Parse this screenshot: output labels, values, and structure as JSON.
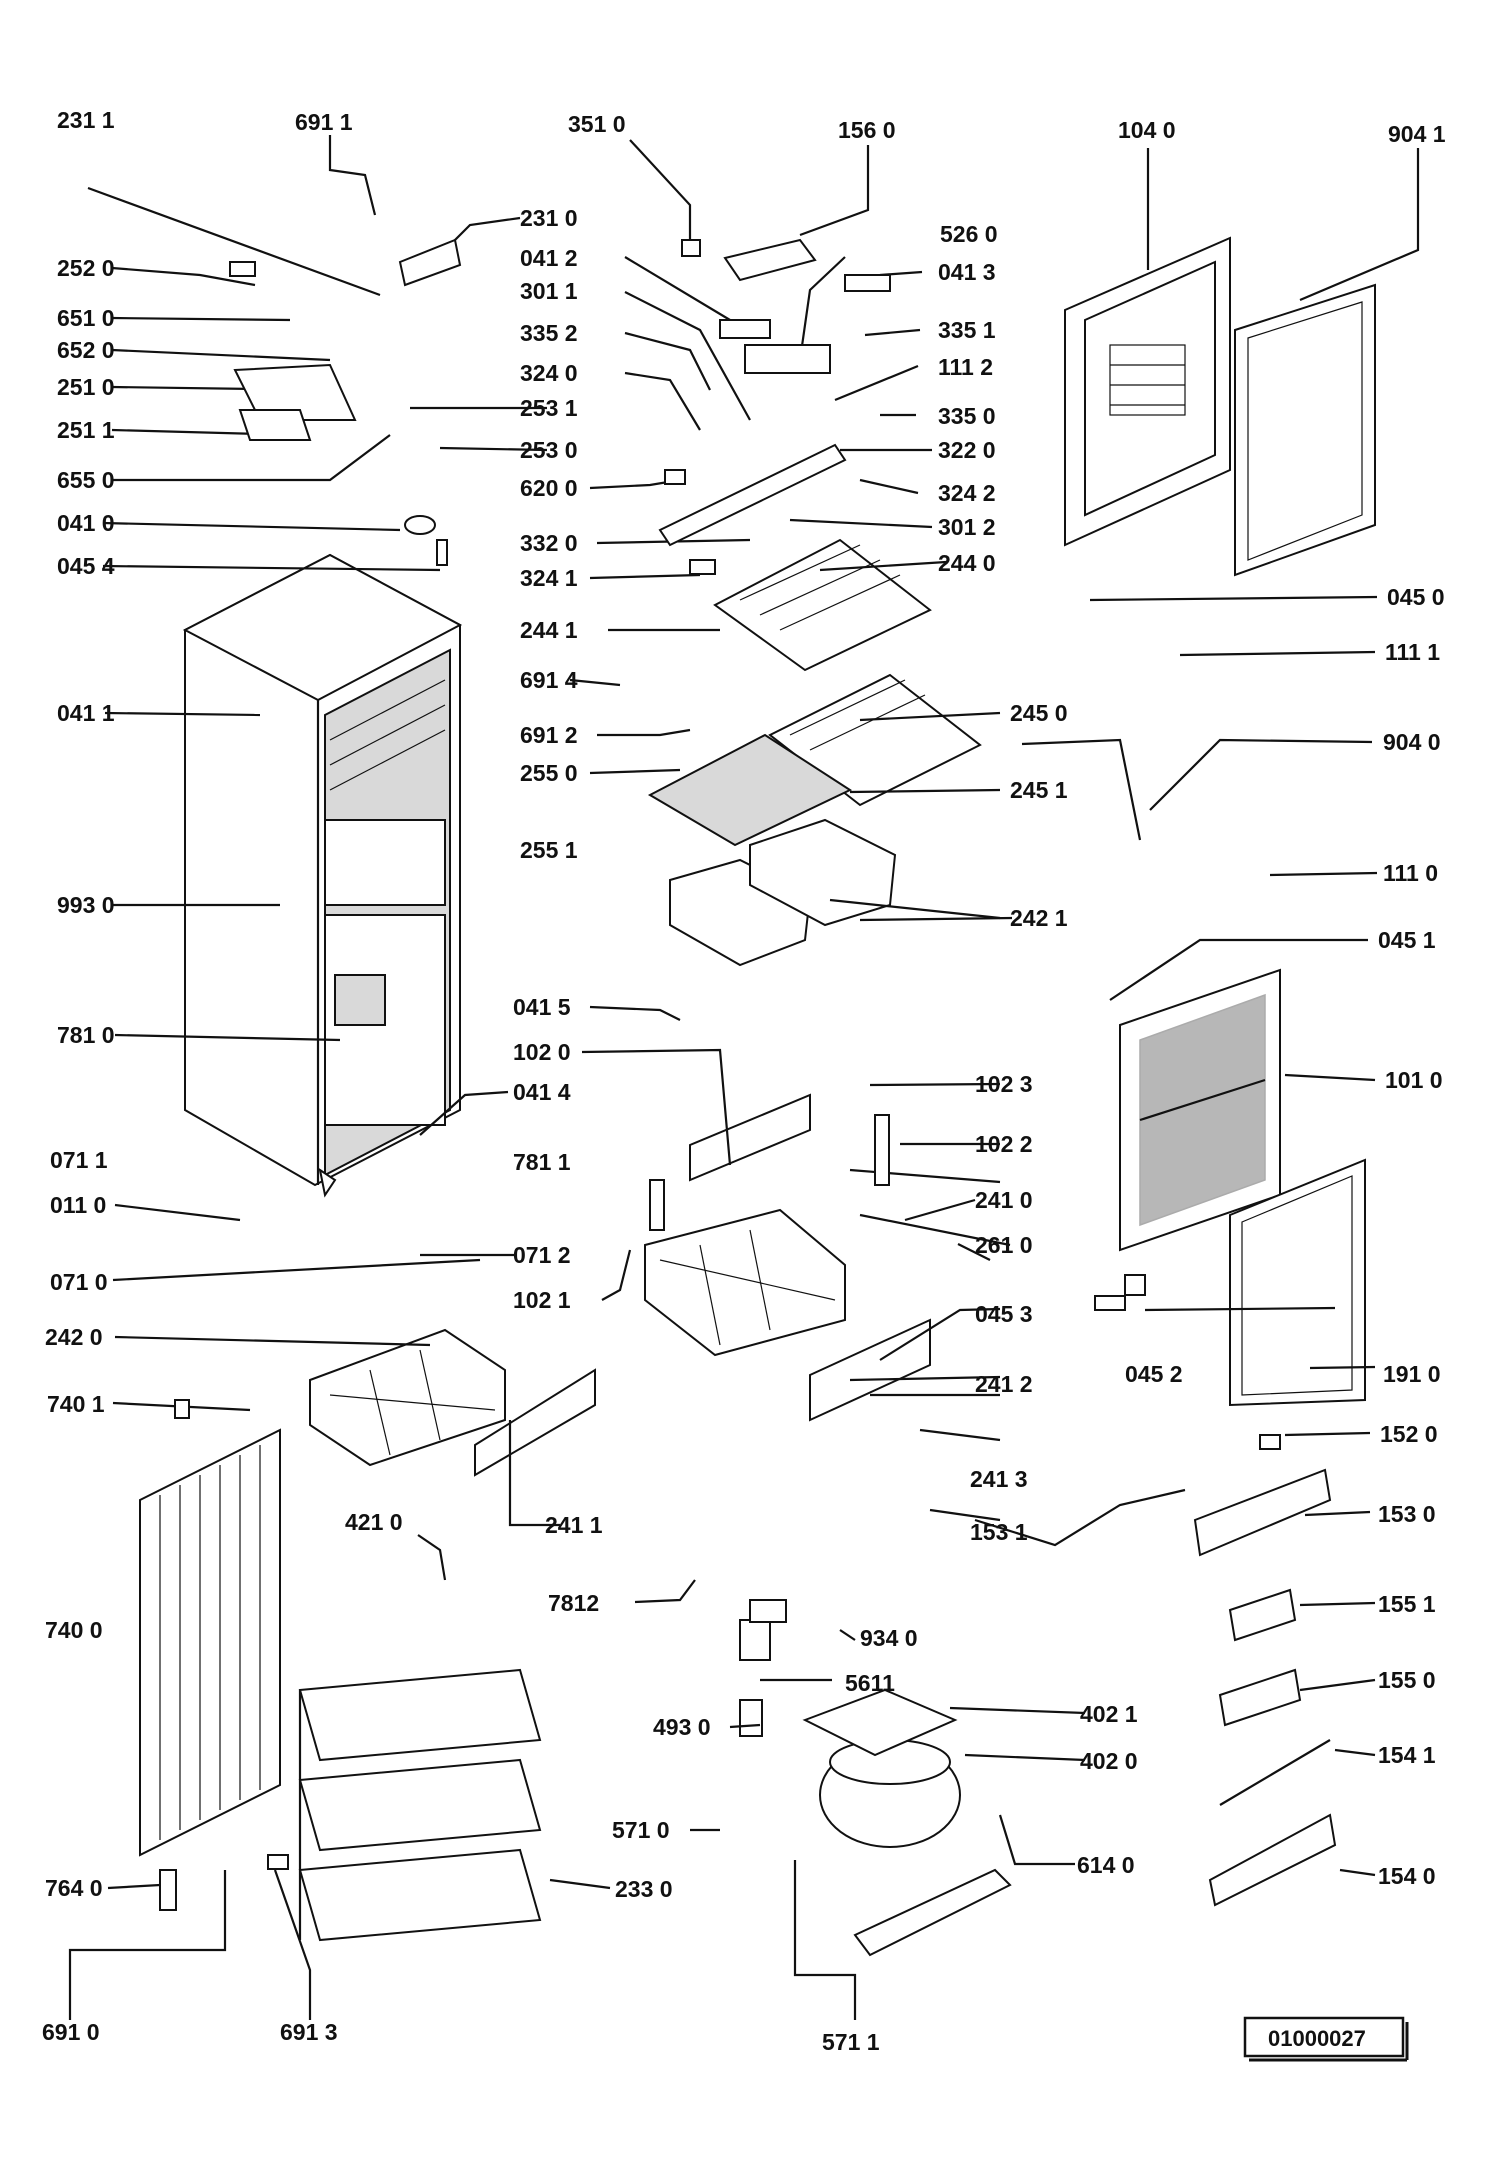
{
  "reference_number": "01000027",
  "labels": {
    "l2311": "231 1",
    "l6911": "691 1",
    "l3510": "351 0",
    "l1560": "156 0",
    "l1040": "104 0",
    "l9041": "904 1",
    "l2310": "231 0",
    "l5260": "526 0",
    "l2520": "252 0",
    "l0412": "041 2",
    "l0413": "041 3",
    "l3011": "301 1",
    "l6510": "651 0",
    "l3352": "335 2",
    "l3351": "335 1",
    "l6520": "652 0",
    "l3240": "324 0",
    "l1112": "111 2",
    "l2510": "251 0",
    "l2531": "253 1",
    "l3350": "335 0",
    "l2511": "251 1",
    "l2530": "253 0",
    "l3220": "322 0",
    "l6550": "655 0",
    "l6200": "620 0",
    "l3242": "324 2",
    "l0410": "041 0",
    "l3320": "332 0",
    "l3012": "301 2",
    "l0454": "045 4",
    "l3241": "324 1",
    "l2440": "244 0",
    "l0450": "045 0",
    "l2441": "244 1",
    "l1111": "111 1",
    "l6914": "691 4",
    "l0411": "041 1",
    "l2450": "245 0",
    "l6912": "691 2",
    "l9040": "904 0",
    "l2550": "255 0",
    "l2451": "245 1",
    "l2551": "255 1",
    "l1110": "111 0",
    "l9930": "993 0",
    "l2421": "242 1",
    "l0451": "045 1",
    "l0415": "041 5",
    "l7810": "781 0",
    "l1020": "102 0",
    "l1010": "101 0",
    "l1023": "102 3",
    "l0414": "041 4",
    "l1022": "102 2",
    "l7811": "781 1",
    "l0711": "071 1",
    "l2410": "241 0",
    "l0110": "011 0",
    "l2610": "261 0",
    "l0712": "071 2",
    "l0710": "071 0",
    "l1021": "102 1",
    "l0453": "045 3",
    "l2420": "242 0",
    "l2412": "241 2",
    "l0452": "045 2",
    "l1910": "191 0",
    "l7401": "740 1",
    "l2413": "241 3",
    "l1520": "152 0",
    "l4210": "421 0",
    "l2411": "241 1",
    "l1531": "153 1",
    "l1530": "153 0",
    "l7400": "740 0",
    "l7812": "7812",
    "l9340": "934 0",
    "l1551": "155 1",
    "l5611": "5611",
    "l1550": "155 0",
    "l4021": "402 1",
    "l4930": "493 0",
    "l1541": "154 1",
    "l4020": "402 0",
    "l5710": "571 0",
    "l6140": "614 0",
    "l1540": "154 0",
    "l7640": "764 0",
    "l2330": "233 0",
    "l6910": "691 0",
    "l6913": "691 3",
    "l5711": "571 1"
  }
}
